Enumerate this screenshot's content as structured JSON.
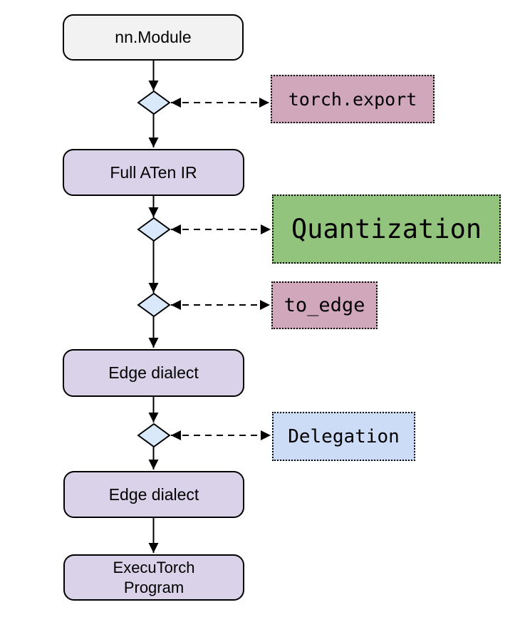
{
  "diagram": {
    "flow_nodes": {
      "nn_module": {
        "label": "nn.Module",
        "fill": "#f2f2f2"
      },
      "full_aten_ir": {
        "label": "Full ATen IR",
        "fill": "#d9d2e9"
      },
      "edge_dialect_1": {
        "label": "Edge dialect",
        "fill": "#d9d2e9"
      },
      "edge_dialect_2": {
        "label": "Edge dialect",
        "fill": "#d9d2e9"
      },
      "executorch_program": {
        "label": "ExecuTorch\nProgram",
        "fill": "#d9d2e9"
      }
    },
    "operations": {
      "torch_export": {
        "label": "torch.export",
        "fill": "#d1a7bc"
      },
      "quantization": {
        "label": "Quantization",
        "fill": "#93c47d"
      },
      "to_edge": {
        "label": "to_edge",
        "fill": "#d1a7bc"
      },
      "delegation": {
        "label": "Delegation",
        "fill": "#cddcf6"
      }
    },
    "colors": {
      "diamond_fill": "#dae8fc",
      "stroke": "#000000",
      "background": "#ffffff"
    }
  }
}
